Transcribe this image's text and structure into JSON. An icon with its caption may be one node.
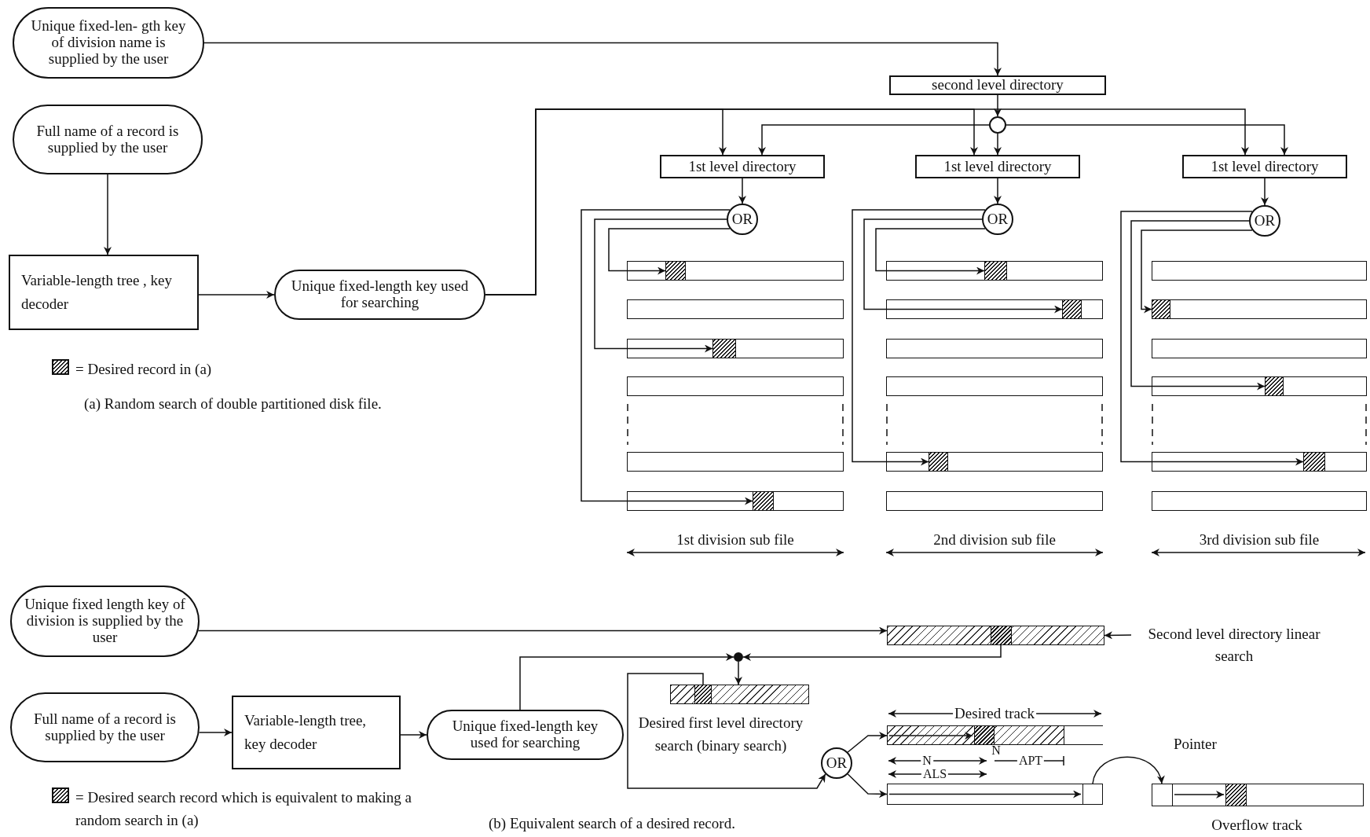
{
  "diagram": {
    "nodes": [
      {
        "text": [
          "Unique fixed-len- gth key of division name is supplied by the user"
        ]
      },
      {
        "text": [
          "Full name of a record is supplied by the user"
        ]
      },
      {
        "text": [
          "Variable-length tree , key decoder"
        ]
      },
      {
        "text": [
          "Unique fixed-length key used for searching"
        ]
      },
      {
        "text": [
          "second level directory"
        ]
      },
      {
        "text": [],
        "shape": "circle"
      },
      {
        "text": [
          "1st level directory"
        ]
      },
      {
        "text": [
          "1st level directory"
        ]
      },
      {
        "text": [
          "1st level directory"
        ]
      },
      {
        "text": [
          "OR"
        ]
      },
      {
        "text": [
          "OR"
        ]
      },
      {
        "text": [
          "OR"
        ]
      },
      {
        "text": [],
        "shape": "bar"
      },
      {
        "text": [],
        "shape": "box",
        "in": 12
      },
      {
        "text": [],
        "shape": "bar"
      },
      {
        "text": [],
        "shape": "bar"
      },
      {
        "text": [],
        "shape": "box",
        "in": 15
      },
      {
        "text": [],
        "shape": "bar"
      },
      {
        "text": [],
        "shape": "bar"
      },
      {
        "text": [],
        "shape": "bar"
      },
      {
        "text": [],
        "shape": "box",
        "in": 19
      },
      {
        "text": [],
        "shape": "bar"
      },
      {
        "text": [],
        "shape": "box",
        "in": 21
      },
      {
        "text": [],
        "shape": "bar"
      },
      {
        "text": [],
        "shape": "box",
        "in": 23
      },
      {
        "text": [],
        "shape": "bar"
      },
      {
        "text": [],
        "shape": "bar"
      },
      {
        "text": [],
        "shape": "bar"
      },
      {
        "text": [],
        "shape": "box",
        "in": 27
      },
      {
        "text": [],
        "shape": "bar"
      },
      {
        "text": [],
        "shape": "bar"
      },
      {
        "text": [],
        "shape": "bar"
      },
      {
        "text": [],
        "shape": "box",
        "in": 31
      },
      {
        "text": [],
        "shape": "bar"
      },
      {
        "text": [],
        "shape": "bar"
      },
      {
        "text": [],
        "shape": "box",
        "in": 34
      },
      {
        "text": [],
        "shape": "bar"
      },
      {
        "text": [],
        "shape": "box",
        "in": 36
      },
      {
        "text": [],
        "shape": "bar"
      },
      {
        "text": [
          "Unique fixed length key of division is supplied by the user"
        ]
      },
      {
        "text": [
          "Full name of a record is supplied by the user"
        ]
      },
      {
        "text": [
          "Variable-length tree, key decoder"
        ]
      },
      {
        "text": [
          "Unique fixed-length key used for searching"
        ]
      },
      {
        "text": [],
        "shape": "bar"
      },
      {
        "text": [
          "Second level directory linear search"
        ]
      },
      {
        "text": [],
        "shape": "circle"
      },
      {
        "text": [],
        "shape": "bar",
        "beside": [
          "Desired first level directory search (binary search)"
        ]
      },
      {
        "text": [
          "OR"
        ]
      },
      {
        "text": [],
        "shape": "bar",
        "beside": [
          "Desired track"
        ]
      },
      {
        "text": [],
        "shape": "bar"
      },
      {
        "text": [],
        "shape": "bar",
        "beside": [
          "Overflow track"
        ]
      }
    ],
    "edges": [
      {
        "from": 0,
        "to": 4,
        "arrow": "to"
      },
      {
        "from": 1,
        "to": 2,
        "arrow": "to"
      },
      {
        "from": 2,
        "to": 3,
        "arrow": "to"
      },
      {
        "from": 3,
        "to": 6,
        "arrow": "to"
      },
      {
        "from": 3,
        "to": 7,
        "arrow": "to"
      },
      {
        "from": 3,
        "to": 8,
        "arrow": "to"
      },
      {
        "from": 4,
        "to": 5,
        "arrow": "to"
      },
      {
        "from": 5,
        "to": 6,
        "arrow": "to"
      },
      {
        "from": 5,
        "to": 7,
        "arrow": "to"
      },
      {
        "from": 5,
        "to": 8,
        "arrow": "to"
      },
      {
        "from": 6,
        "to": 9,
        "arrow": "to"
      },
      {
        "from": 7,
        "to": 10,
        "arrow": "to"
      },
      {
        "from": 8,
        "to": 11,
        "arrow": "to"
      },
      {
        "from": 9,
        "to": 13,
        "arrow": "to"
      },
      {
        "from": 9,
        "to": 16,
        "arrow": "to"
      },
      {
        "from": 9,
        "to": 20,
        "arrow": "to"
      },
      {
        "from": 10,
        "to": 22,
        "arrow": "to"
      },
      {
        "from": 10,
        "to": 24,
        "arrow": "to"
      },
      {
        "from": 10,
        "to": 28,
        "arrow": "to"
      },
      {
        "from": 11,
        "to": 32,
        "arrow": "to"
      },
      {
        "from": 11,
        "to": 35,
        "arrow": "to"
      },
      {
        "from": 11,
        "to": 37,
        "arrow": "to"
      },
      {
        "from": 39,
        "to": 43,
        "arrow": "to"
      },
      {
        "from": 44,
        "to": 43,
        "arrow": "to"
      },
      {
        "from": 43,
        "to": 45,
        "arrow": "to"
      },
      {
        "from": 42,
        "to": 45,
        "arrow": "to"
      },
      {
        "from": 45,
        "to": 46,
        "arrow": "to"
      },
      {
        "from": 46,
        "to": 47,
        "arrow": "to"
      },
      {
        "from": 47,
        "to": 48,
        "arrow": "to"
      },
      {
        "from": 47,
        "to": 49,
        "arrow": "to"
      },
      {
        "from": 49,
        "to": 50,
        "arrow": "to",
        "label": "Pointer"
      },
      {
        "from": 40,
        "to": 41,
        "arrow": "to"
      },
      {
        "from": 41,
        "to": 42,
        "arrow": "to"
      }
    ],
    "labels": [
      "1st division sub file",
      "2nd division sub file",
      "3rd division sub file",
      "(a) Random search of double partitioned disk file.",
      "N",
      "N",
      "APT",
      "ALS",
      "(b) Equivalent search of a desired record."
    ],
    "legend": [
      {
        "text": "= Desired record in (a)"
      },
      {
        "text": "= Desired search record which is equivalent to making a random search in (a)"
      }
    ]
  }
}
